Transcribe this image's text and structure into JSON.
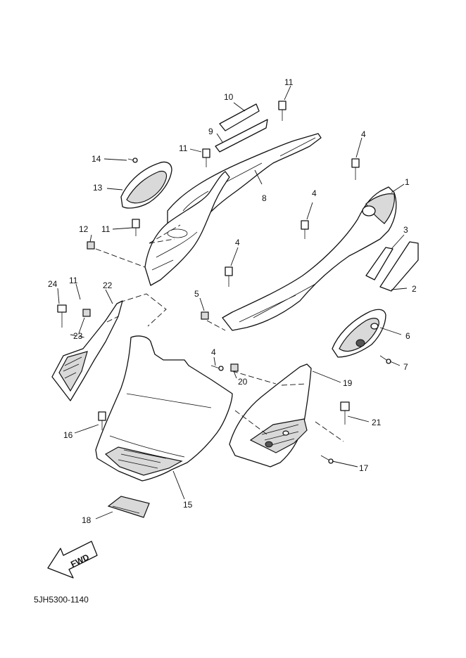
{
  "callouts": {
    "c1": "1",
    "c2": "2",
    "c3": "3",
    "c4a": "4",
    "c4b": "4",
    "c4c": "4",
    "c4d": "4",
    "c5": "5",
    "c6": "6",
    "c7": "7",
    "c8": "8",
    "c9": "9",
    "c10": "10",
    "c11a": "11",
    "c11b": "11",
    "c11c": "11",
    "c11d": "11",
    "c12": "12",
    "c13": "13",
    "c14": "14",
    "c15": "15",
    "c16": "16",
    "c17": "17",
    "c18": "18",
    "c19": "19",
    "c20": "20",
    "c21": "21",
    "c22": "22",
    "c23": "23",
    "c24": "24"
  },
  "fwd_label": "FWD",
  "part_code": "5JH5300-1140"
}
